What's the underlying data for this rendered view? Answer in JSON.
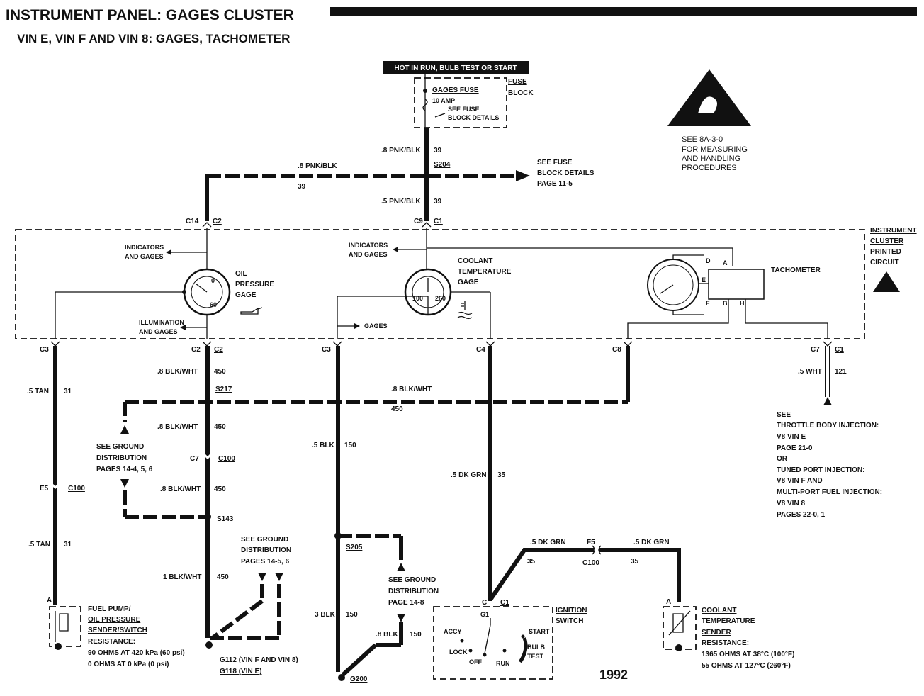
{
  "title": "INSTRUMENT PANEL: GAGES CLUSTER",
  "subtitle": "VIN E, VIN F AND VIN 8: GAGES, TACHOMETER",
  "year": "1992",
  "power": {
    "banner": "HOT IN RUN, BULB TEST OR START",
    "fuse_name": "GAGES FUSE",
    "fuse_rating": "10 AMP",
    "fuse_note_1": "SEE FUSE",
    "fuse_note_2": "BLOCK DETAILS",
    "block_1": "FUSE",
    "block_2": "BLOCK"
  },
  "esd": {
    "l1": "SEE 8A-3-0",
    "l2": "FOR MEASURING",
    "l3": "AND HANDLING",
    "l4": "PROCEDURES"
  },
  "splices": {
    "s204": "S204",
    "s217": "S217",
    "s143": "S143",
    "s205": "S205"
  },
  "fuse_block_ref": {
    "l1": "SEE FUSE",
    "l2": "BLOCK DETAILS",
    "l3": "PAGE 11-5"
  },
  "wires": {
    "w_fuse": {
      "color": ".8 PNK/BLK",
      "circuit": "39"
    },
    "w_top": {
      "color": ".8 PNK/BLK",
      "circuit": "39"
    },
    "w_c9": {
      "color": ".5 PNK/BLK",
      "circuit": "39"
    },
    "w_tan1": {
      "color": ".5 TAN",
      "circuit": "31"
    },
    "w_tan2": {
      "color": ".5 TAN",
      "circuit": "31"
    },
    "w_bw1": {
      "color": ".8 BLK/WHT",
      "circuit": "450"
    },
    "w_bw2": {
      "color": ".8 BLK/WHT",
      "circuit": "450"
    },
    "w_bw3": {
      "color": ".8 BLK/WHT",
      "circuit": "450"
    },
    "w_bw4": {
      "color": "1 BLK/WHT",
      "circuit": "450"
    },
    "w_bwh": {
      "color": ".8 BLK/WHT",
      "circuit": "450"
    },
    "w_blk1": {
      "color": ".5 BLK",
      "circuit": "150"
    },
    "w_blk2": {
      "color": "3 BLK",
      "circuit": "150"
    },
    "w_blk3": {
      "color": ".8 BLK",
      "circuit": "150"
    },
    "w_grn1": {
      "color": ".5 DK GRN",
      "circuit": "35"
    },
    "w_grn2": {
      "color": ".5 DK GRN",
      "circuit": "35"
    },
    "w_grn3": {
      "color": ".5 DK GRN",
      "circuit": "35"
    },
    "w_wht": {
      "color": ".5 WHT",
      "circuit": "121"
    }
  },
  "connectors": {
    "c14": "C14",
    "c2_top": "C2",
    "c9": "C9",
    "c1_top": "C1",
    "c3_left": "C3",
    "c2_bl": "C2",
    "c2_br": "C2",
    "c3_mid": "C3",
    "c4": "C4",
    "c8": "C8",
    "c7_r": "C7",
    "c1_r": "C1",
    "c7_mid": "C7",
    "c100_mid": "C100",
    "e5": "E5",
    "c100_left": "C100",
    "f5": "F5",
    "c100_right": "C100",
    "a_pump": "A",
    "a_temp": "A",
    "c_ign": "C",
    "c1_ign": "C1",
    "g1": "G1"
  },
  "cluster": {
    "label_1": "INSTRUMENT",
    "label_2": "CLUSTER",
    "label_3": "PRINTED",
    "label_4": "CIRCUIT",
    "ind1_a": "INDICATORS",
    "ind1_b": "AND GAGES",
    "ind2_a": "INDICATORS",
    "ind2_b": "AND GAGES",
    "illum_a": "ILLUMINATION",
    "illum_b": "AND GAGES",
    "gages": "GAGES",
    "oil_1": "OIL",
    "oil_2": "PRESSURE",
    "oil_3": "GAGE",
    "oil_s0": "0",
    "oil_s60": "60",
    "cool_1": "COOLANT",
    "cool_2": "TEMPERATURE",
    "cool_3": "GAGE",
    "cool_s100": "100",
    "cool_s260": "260",
    "tach": "TACHOMETER",
    "pin_a": "A",
    "pin_b": "B",
    "pin_d": "D",
    "pin_e": "E",
    "pin_f": "F",
    "pin_h": "H"
  },
  "grounds": {
    "gd1_1": "SEE GROUND",
    "gd1_2": "DISTRIBUTION",
    "gd1_3": "PAGES 14-4, 5, 6",
    "gd2_1": "SEE GROUND",
    "gd2_2": "DISTRIBUTION",
    "gd2_3": "PAGES 14-5, 6",
    "gd3_1": "SEE GROUND",
    "gd3_2": "DISTRIBUTION",
    "gd3_3": "PAGE 14-8",
    "g112": "G112 (VIN F AND VIN 8)",
    "g118": "G118 (VIN E)",
    "g200": "G200"
  },
  "injection": {
    "l1": "SEE",
    "l2": "THROTTLE BODY INJECTION:",
    "l3": "V8 VIN E",
    "l4": "PAGE 21-0",
    "l5": "OR",
    "l6": "TUNED PORT INJECTION:",
    "l7": "V8 VIN F AND",
    "l8": "MULTI-PORT FUEL INJECTION:",
    "l9": "V8 VIN 8",
    "l10": "PAGES 22-0, 1"
  },
  "fuel_sender": {
    "l1": "FUEL PUMP/",
    "l2": "OIL PRESSURE",
    "l3": "SENDER/SWITCH",
    "l4": "RESISTANCE:",
    "l5": "90 OHMS AT 420 kPa (60 psi)",
    "l6": "0 OHMS AT 0 kPa (0 psi)"
  },
  "coolant_sender": {
    "l1": "COOLANT",
    "l2": "TEMPERATURE",
    "l3": "SENDER",
    "l4": "RESISTANCE:",
    "l5": "1365 OHMS AT 38°C (100°F)",
    "l6": "55 OHMS AT 127°C (260°F)"
  },
  "ignition": {
    "l1": "IGNITION",
    "l2": "SWITCH",
    "accy": "ACCY",
    "lock": "LOCK",
    "off": "OFF",
    "run": "RUN",
    "start": "START",
    "bulb": "BULB",
    "test": "TEST"
  }
}
